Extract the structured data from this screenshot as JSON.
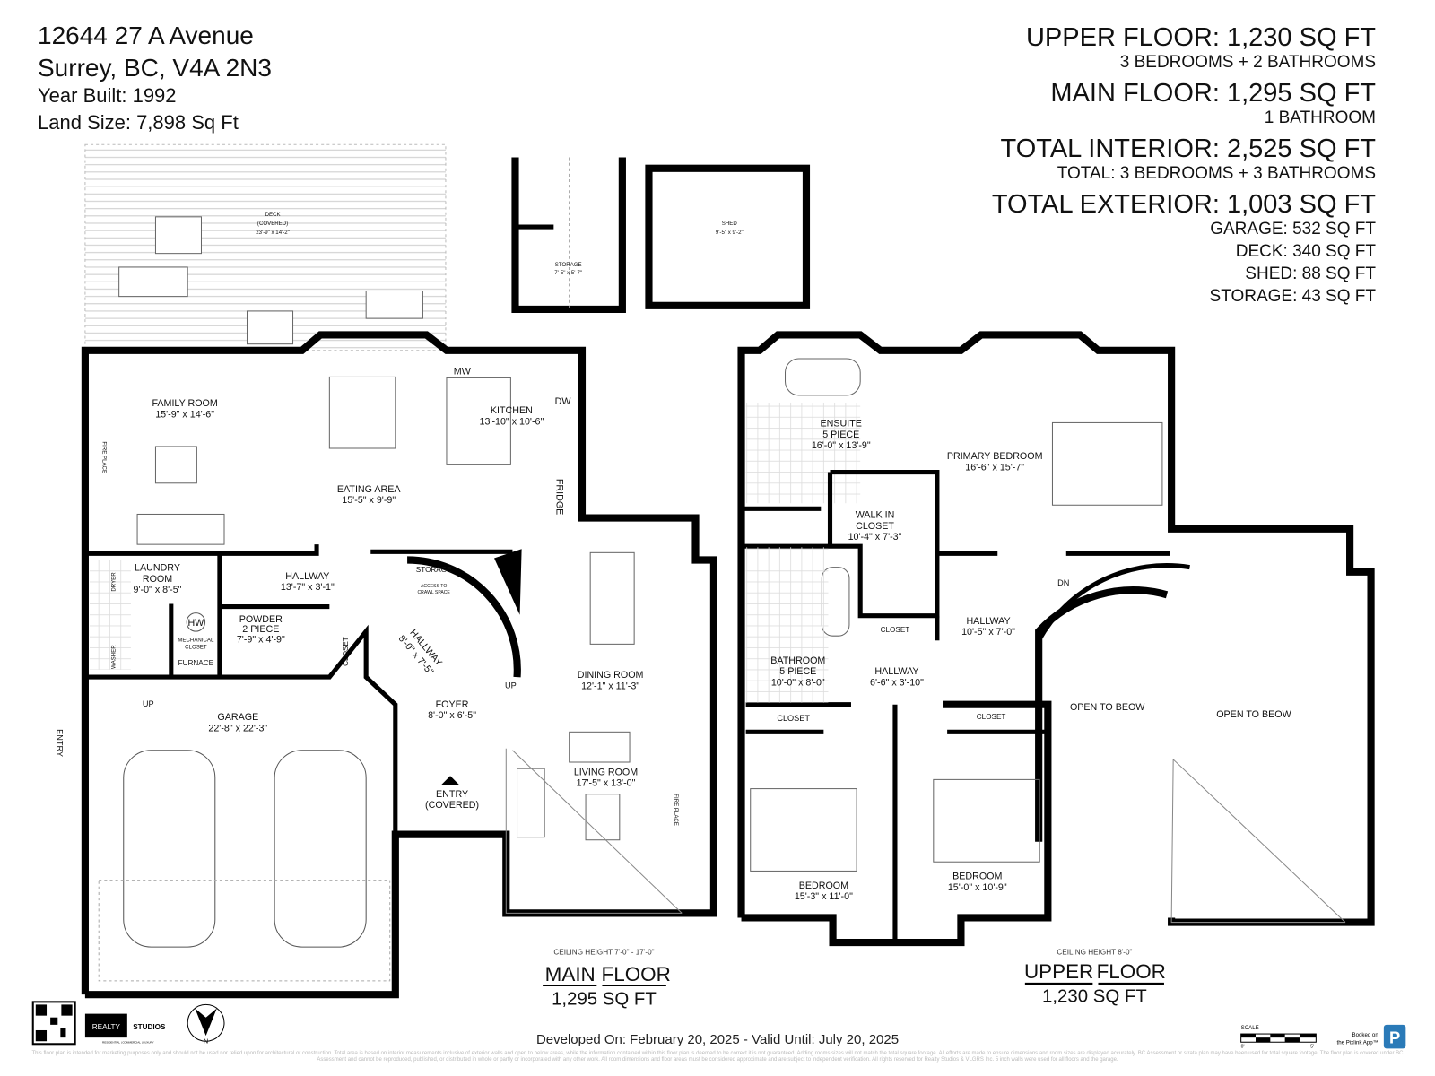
{
  "property": {
    "address_line1": "12644 27 A Avenue",
    "address_line2": "Surrey, BC, V4A 2N3",
    "year_built": "Year Built: 1992",
    "land_size": "Land Size: 7,898 Sq Ft"
  },
  "summary": {
    "upper_label": "UPPER FLOOR:",
    "upper_value": "1,230 SQ FT",
    "upper_sub": "3 BEDROOMS + 2 BATHROOMS",
    "main_label": "MAIN FLOOR:",
    "main_value": "1,295 SQ FT",
    "main_sub": "1 BATHROOM",
    "interior_label": "TOTAL INTERIOR:",
    "interior_value": "2,525 SQ FT",
    "interior_sub": "TOTAL: 3 BEDROOMS  + 3 BATHROOMS",
    "exterior_label": "TOTAL EXTERIOR:",
    "exterior_value": "1,003 SQ FT",
    "garage": "GARAGE: 532 SQ FT",
    "deck": "DECK: 340 SQ FT",
    "shed": "SHED: 88 SQ FT",
    "storage": "STORAGE: 43 SQ FT"
  },
  "main_floor": {
    "title_a": "MAIN",
    "title_b": "FLOOR",
    "area": "1,295 SQ FT",
    "ceiling": "CEILING HEIGHT 7'-0\" - 17'-0\"",
    "rooms": {
      "deck": [
        "DECK",
        "(COVERED)",
        "23'-9\" x 14'-2\""
      ],
      "storage_ext": [
        "STORAGE",
        "7'-5\" x 5'-7\""
      ],
      "shed": [
        "SHED",
        "9'-5\" x 9'-2\""
      ],
      "family": [
        "FAMILY ROOM",
        "15'-9\" x 14'-6\""
      ],
      "kitchen": [
        "KITCHEN",
        "13'-10\" x 10'-6\""
      ],
      "eating": [
        "EATING AREA",
        "15'-5\" x 9'-9\""
      ],
      "laundry": [
        "LAUNDRY",
        "ROOM",
        "9'-0\" x 8'-5\""
      ],
      "hallway1": [
        "HALLWAY",
        "13'-7\" x 3'-1\""
      ],
      "storage_int": [
        "STORAGE",
        "ACCESS TO",
        "CRAWL SPACE"
      ],
      "powder": [
        "POWDER",
        "2 PIECE",
        "7'-9\" x 4'-9\""
      ],
      "mechanical": [
        "HW",
        "MECHANICAL",
        "CLOSET",
        "FURNACE"
      ],
      "closet": "CLOSET",
      "hallway2": [
        "HALLWAY",
        "8'-0\" x 7'-5\""
      ],
      "dining": [
        "DINING ROOM",
        "12'-1\" x 11'-3\""
      ],
      "foyer": [
        "FOYER",
        "8'-0\" x 6'-5\""
      ],
      "garage": [
        "GARAGE",
        "22'-8\" x 22'-3\""
      ],
      "living": [
        "LIVING ROOM",
        "17'-5\" x 13'-0\""
      ],
      "entry_covered": [
        "ENTRY",
        "(COVERED)"
      ],
      "entry": "ENTRY",
      "appliances": [
        "MW",
        "DW",
        "FRIDGE",
        "DRYER",
        "WASHER",
        "FIRE PLACE",
        "FIRE PLACE",
        "UP",
        "UP"
      ]
    }
  },
  "upper_floor": {
    "title_a": "UPPER",
    "title_b": "FLOOR",
    "area": "1,230 SQ FT",
    "ceiling": "CEILING HEIGHT 8'-0\"",
    "rooms": {
      "ensuite": [
        "ENSUITE",
        "5 PIECE",
        "16'-0\" x 13'-9\""
      ],
      "primary": [
        "PRIMARY BEDROOM",
        "16'-6\" x 15'-7\""
      ],
      "walkin": [
        "WALK IN",
        "CLOSET",
        "10'-4\" x 7'-3\""
      ],
      "hallway1": [
        "HALLWAY",
        "10'-5\" x 7'-0\""
      ],
      "closet1": "CLOSET",
      "bathroom": [
        "BATHROOM",
        "5 PIECE",
        "10'-0\" x 8'-0\""
      ],
      "hallway2": [
        "HALLWAY",
        "6'-6\" x 3'-10\""
      ],
      "closet2": "CLOSET",
      "closet3": "CLOSET",
      "open1": "OPEN TO BEOW",
      "open2": "OPEN TO BEOW",
      "bedroom1": [
        "BEDROOM",
        "15'-3\" x 11'-0\""
      ],
      "bedroom2": [
        "BEDROOM",
        "15'-0\" x 10'-9\""
      ],
      "dn": "DN"
    }
  },
  "footer": {
    "developed": "Developed On: February 20, 2025 - Valid Until: July 20, 2025",
    "brand_a": "REALTY",
    "brand_b": "STUDIOS",
    "brand_tag": "RESIDENTIAL | COMMERCIAL | LUXURY",
    "north": "N",
    "scale": "SCALE",
    "scale_0": "0'",
    "scale_5": "5'",
    "booked": "Booked on",
    "booked_app": "the Pixlink App™",
    "pixlink_letter": "P",
    "disclaimer": "This floor plan is intended for marketing purposes only and should not be used nor relied upon for architectural or construction. Total area is based on interior measurements inclusive of exterior walls and open to below areas, while the information contained within this floor plan is deemed to be correct it is not guaranteed. Adding rooms sizes will not match the total square footage. All efforts are made to ensure dimensions and room sizes are displayed accurately. BC Assessment or strata plan may have been used for total square footage. The floor plan is covered under BC Assessment and cannot be reproduced, published, or distributed in whole or partly or incorporated with any other work. All room dimensions and floor areas must be considered approximate and are subject to independent verification. All rights reserved for Realty Studios & VLGRS Inc. 5 inch walls were used for all floors and the garage."
  }
}
